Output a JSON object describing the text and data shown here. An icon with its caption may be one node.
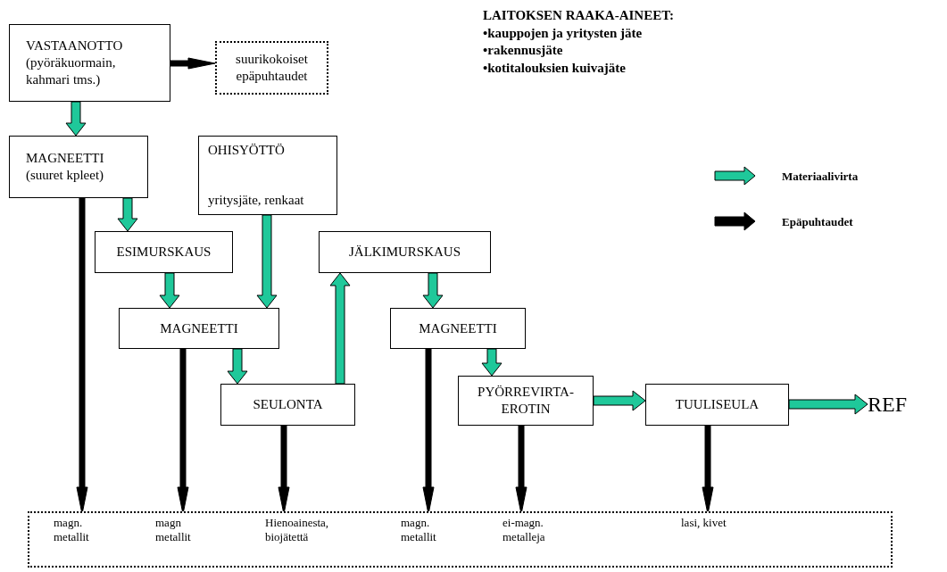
{
  "diagram": {
    "nodes": [
      {
        "text": [
          "VASTAANOTTO",
          "(pyöräkuormain, kahmari tms.)"
        ]
      },
      {
        "text": [
          "suurikokoiset epäpuhtaudet"
        ]
      },
      {
        "text": [
          "MAGNEETTI",
          "(suuret kpleet)"
        ]
      },
      {
        "text": [
          "OHISYÖTTÖ",
          "yritysjäte, renkaat"
        ]
      },
      {
        "text": [
          "ESIMURSKAUS"
        ]
      },
      {
        "text": [
          "JÄLKIMURSKAUS"
        ]
      },
      {
        "text": [
          "MAGNEETTI"
        ]
      },
      {
        "text": [
          "MAGNEETTI"
        ]
      },
      {
        "text": [
          "SEULONTA"
        ]
      },
      {
        "text": [
          "PYÖRREVIRTA-EROTIN"
        ]
      },
      {
        "text": [
          "TUULISEULA"
        ]
      },
      {
        "text": [
          "REF"
        ]
      },
      {
        "text": [],
        "shape": "box"
      },
      {
        "text": [
          "magn. metallit"
        ],
        "in": 12
      },
      {
        "text": [
          "magn metallit"
        ],
        "in": 12
      },
      {
        "text": [
          "Hienoainesta, biojätettä"
        ],
        "in": 12
      },
      {
        "text": [
          "magn. metallit"
        ],
        "in": 12
      },
      {
        "text": [
          "ei-magn. metalleja"
        ],
        "in": 12
      },
      {
        "text": [
          "lasi, kivet"
        ],
        "in": 12
      }
    ],
    "edges": [
      {
        "from": 0,
        "to": 1,
        "arrow": "to",
        "color": "#000000"
      },
      {
        "from": 0,
        "to": 2,
        "arrow": "to"
      },
      {
        "from": 2,
        "to": 4,
        "arrow": "to"
      },
      {
        "from": 2,
        "to": 13,
        "arrow": "to",
        "color": "#000000"
      },
      {
        "from": 3,
        "to": 6,
        "arrow": "to"
      },
      {
        "from": 4,
        "to": 6,
        "arrow": "to"
      },
      {
        "from": 6,
        "to": 8,
        "arrow": "to"
      },
      {
        "from": 6,
        "to": 14,
        "arrow": "to",
        "color": "#000000"
      },
      {
        "from": 8,
        "to": 5,
        "arrow": "to"
      },
      {
        "from": 8,
        "to": 15,
        "arrow": "to",
        "color": "#000000"
      },
      {
        "from": 5,
        "to": 7,
        "arrow": "to"
      },
      {
        "from": 7,
        "to": 9,
        "arrow": "to"
      },
      {
        "from": 7,
        "to": 16,
        "arrow": "to",
        "color": "#000000"
      },
      {
        "from": 9,
        "to": 10,
        "arrow": "to"
      },
      {
        "from": 9,
        "to": 17,
        "arrow": "to",
        "color": "#000000"
      },
      {
        "from": 10,
        "to": 11,
        "arrow": "to"
      },
      {
        "from": 10,
        "to": 18,
        "arrow": "to",
        "color": "#000000"
      }
    ],
    "labels": [
      "LAITOKSEN RAAKA-AINEET:",
      "•kauppojen ja yritysten jäte",
      "•rakennusjäte",
      "•kotitalouksien kuivajäte"
    ],
    "legend": [
      {
        "text": "Materiaalivirta"
      },
      {
        "text": "Epäpuhtaudet"
      }
    ]
  }
}
